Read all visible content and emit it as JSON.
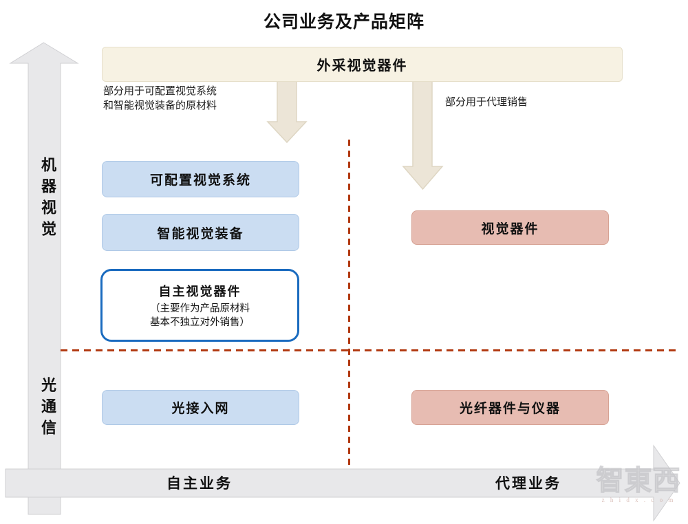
{
  "title": "公司业务及产品矩阵",
  "banner": {
    "label": "外采视觉器件"
  },
  "annotations": {
    "left": "部分用于可配置视觉系统\n和智能视觉装备的原材料",
    "right": "部分用于代理销售"
  },
  "axes": {
    "y_top_label": "机器视觉",
    "y_bottom_label": "光通信",
    "x_left_label": "自主业务",
    "x_right_label": "代理业务"
  },
  "boxes": {
    "configurable_vision": "可配置视觉系统",
    "intelligent_vision": "智能视觉装备",
    "self_vision_title": "自主视觉器件",
    "self_vision_sub": "（主要作为产品原材料\n基本不独立对外销售）",
    "optical_access": "光接入网",
    "vision_components": "视觉器件",
    "fiber_components": "光纤器件与仪器"
  },
  "watermark": {
    "logo": "智東西",
    "url": "z h i d x . c o m"
  },
  "colors": {
    "blue_box_fill": "#cbddf2",
    "blue_box_border": "#aec8e6",
    "pink_box_fill": "#e7bcb2",
    "pink_box_border": "#d6a294",
    "banner_fill": "#f7f2e3",
    "beige_arrow_fill": "#ece5d7",
    "axis_arrow_fill": "#e8e8ea",
    "dashed_line_red": "#b23a12",
    "special_box_border": "#1a6bbf"
  }
}
